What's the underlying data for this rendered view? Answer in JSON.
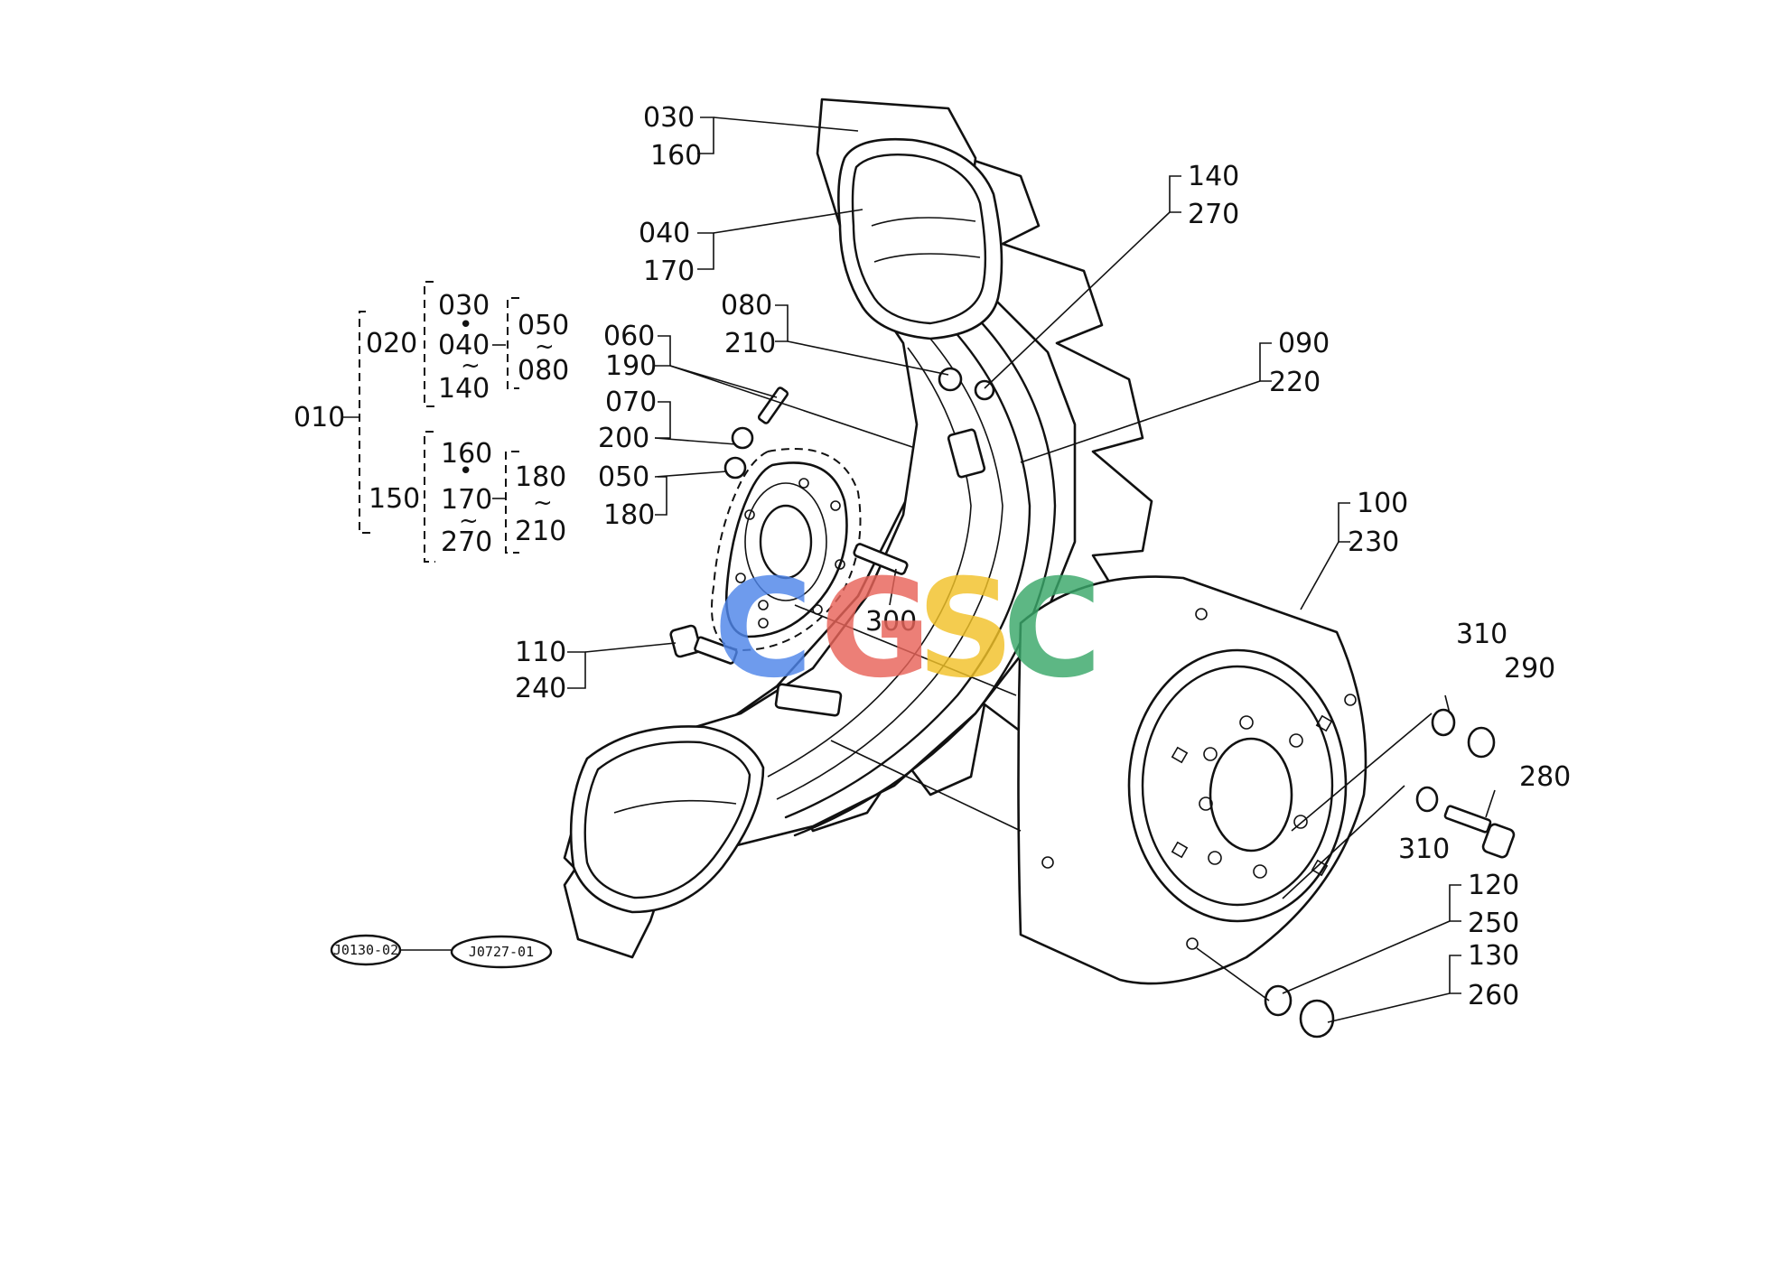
{
  "diagram": {
    "labels": {
      "p030a": "030",
      "p160a": "160",
      "p040a": "040",
      "p170a": "170",
      "p080a": "080",
      "p210a": "210",
      "p060": "060",
      "p190": "190",
      "p070": "070",
      "p200": "200",
      "p050a": "050",
      "p180a": "180",
      "p140a": "140",
      "p270a": "270",
      "p090": "090",
      "p220": "220",
      "p100": "100",
      "p230": "230",
      "p300": "300",
      "p110": "110",
      "p240": "240",
      "p310a": "310",
      "p290": "290",
      "p280": "280",
      "p310b": "310",
      "p120": "120",
      "p250": "250",
      "p130": "130",
      "p260": "260"
    },
    "tree": {
      "root": "010",
      "g1": "020",
      "g1a": "030",
      "g1b": "040",
      "g1c": "140",
      "g1d": "050",
      "g1e": "080",
      "g2": "150",
      "g2a": "160",
      "g2b": "170",
      "g2c": "270",
      "g2d": "180",
      "g2e": "210"
    },
    "refs": {
      "ref1": "J0130-02",
      "ref2": "J0727-01"
    },
    "watermark": {
      "letters": [
        "C",
        "G",
        "S",
        "C"
      ],
      "colors": [
        "#4f86ea",
        "#e8645a",
        "#f2c229",
        "#3aa86a"
      ]
    }
  }
}
